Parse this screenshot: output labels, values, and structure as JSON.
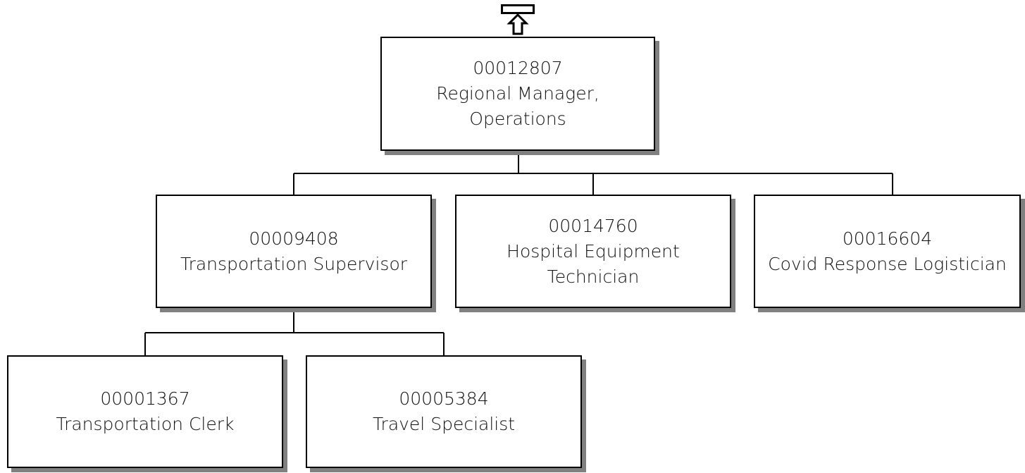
{
  "org_chart": {
    "root": {
      "id": "00012807",
      "title": "Regional Manager, Operations",
      "title_lines": [
        "Regional Manager,",
        "Operations"
      ]
    },
    "level2": [
      {
        "id": "00009408",
        "title": "Transportation Supervisor"
      },
      {
        "id": "00014760",
        "title": "Hospital Equipment Technician",
        "title_lines": [
          "Hospital Equipment",
          "Technician"
        ]
      },
      {
        "id": "00016604",
        "title": "Covid Response Logistician"
      }
    ],
    "level3": [
      {
        "id": "00001367",
        "title": "Transportation Clerk"
      },
      {
        "id": "00005384",
        "title": "Travel Specialist"
      }
    ]
  },
  "icons": {
    "navigate_up": "up-arrow-icon"
  }
}
